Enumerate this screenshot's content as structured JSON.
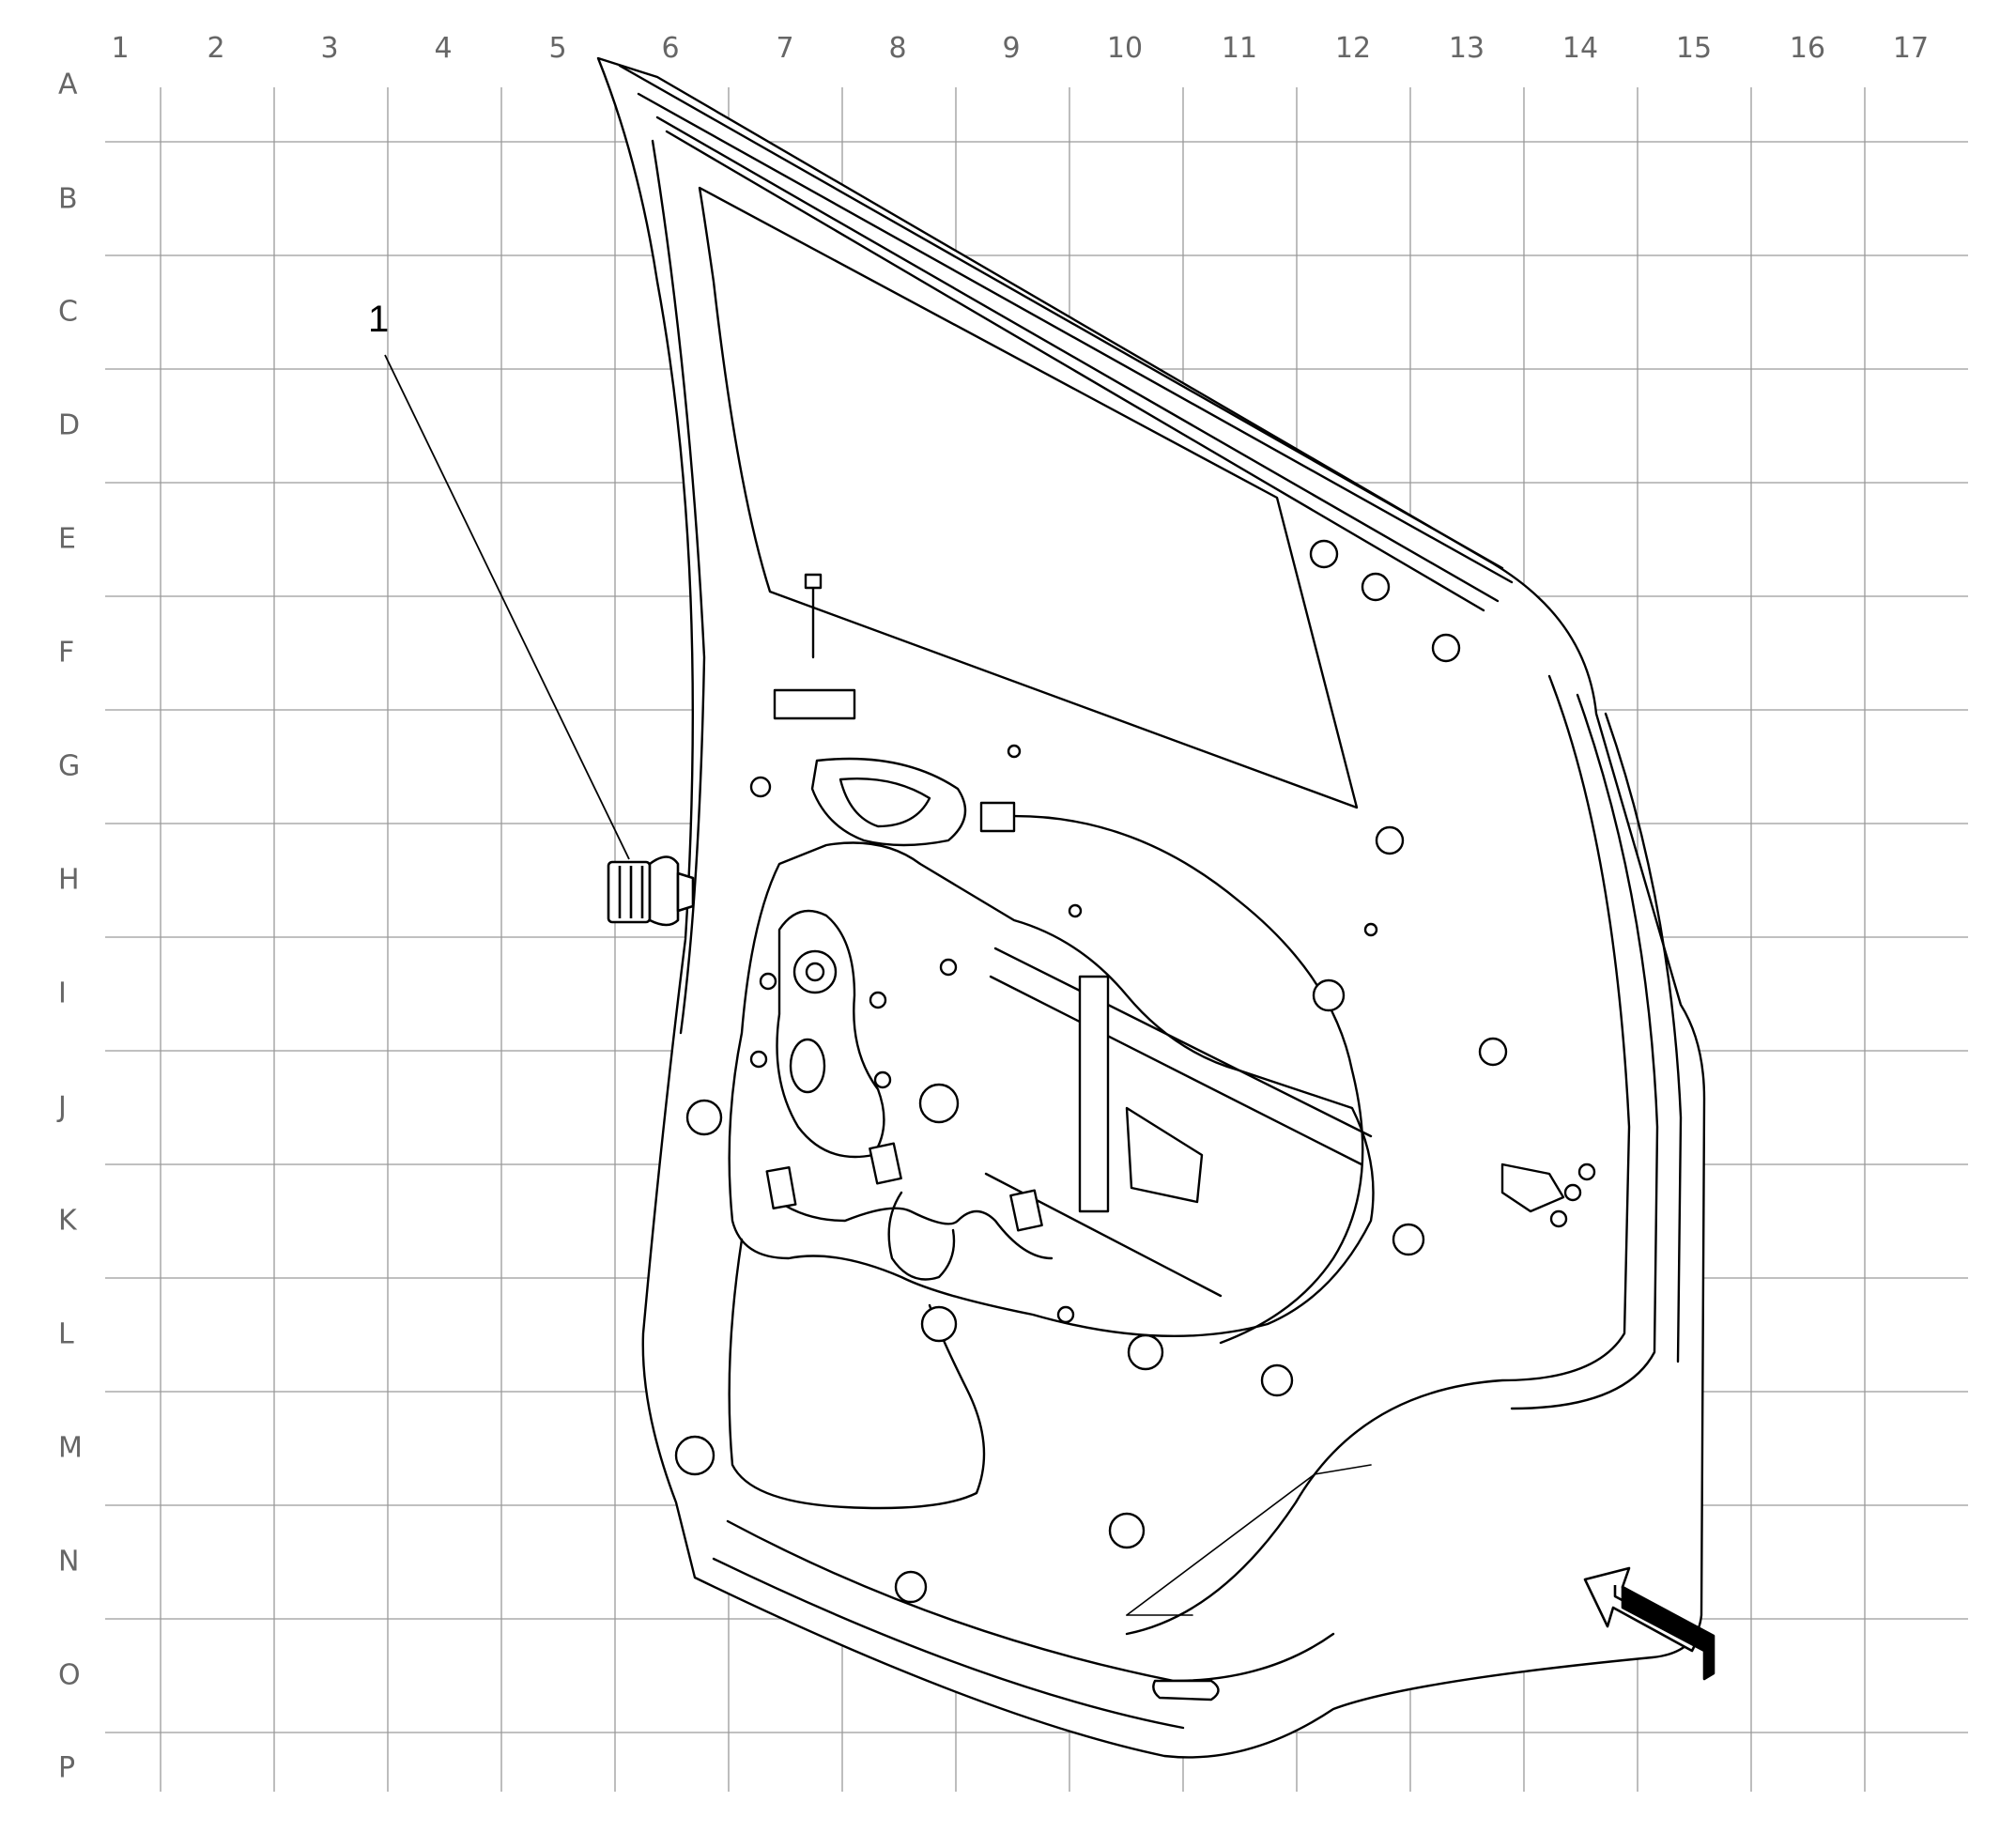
{
  "grid": {
    "columns": [
      "1",
      "2",
      "3",
      "4",
      "5",
      "6",
      "7",
      "8",
      "9",
      "10",
      "11",
      "12",
      "13",
      "14",
      "15",
      "16",
      "17"
    ],
    "rows": [
      "A",
      "B",
      "C",
      "D",
      "E",
      "F",
      "G",
      "H",
      "I",
      "J",
      "K",
      "L",
      "M",
      "N",
      "O",
      "P"
    ],
    "line_color": "#9a9a9a",
    "label_color": "#666666"
  },
  "callouts": [
    {
      "label": "1",
      "target": "door-wiring-harness-connector"
    }
  ],
  "drawing": {
    "subject": "rear-door-inner-panel",
    "stroke_color": "#000000",
    "background": "#ffffff",
    "view_arrow_icon": "view-direction-arrow-icon"
  }
}
